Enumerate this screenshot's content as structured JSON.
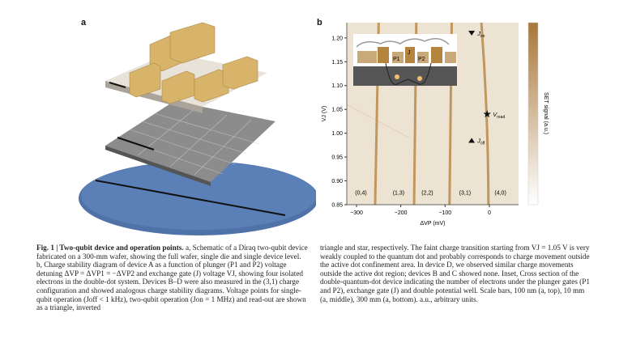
{
  "panel_a": {
    "label": "a"
  },
  "panel_b": {
    "label": "b"
  },
  "chart_data": {
    "type": "heatmap",
    "title": "",
    "xlabel": "ΔVP (mV)",
    "ylabel": "VJ (V)",
    "colorbar_label": "SET signal (a.u.)",
    "xlim": [
      -322,
      66
    ],
    "ylim": [
      0.85,
      1.232
    ],
    "xticks": [
      -300,
      -200,
      -100,
      0
    ],
    "xtick_labels": [
      "−300",
      "−200",
      "−100",
      "0"
    ],
    "yticks": [
      0.85,
      0.9,
      0.95,
      1.0,
      1.05,
      1.1,
      1.15,
      1.2
    ],
    "ytick_labels": [
      "0.85",
      "0.90",
      "0.95",
      "1.00",
      "1.05",
      "1.10",
      "1.15",
      "1.20"
    ],
    "transitions": [
      {
        "x_bottom": -258,
        "x_top": -250
      },
      {
        "x_bottom": -170,
        "x_top": -165
      },
      {
        "x_bottom": -90,
        "x_top": -85
      },
      {
        "x_bottom": -2,
        "x_top": -18
      }
    ],
    "regions": [
      {
        "label": "(0,4)",
        "x": -290,
        "y": 0.875
      },
      {
        "label": "(1,3)",
        "x": -205,
        "y": 0.875
      },
      {
        "label": "(2,2)",
        "x": -140,
        "y": 0.875
      },
      {
        "label": "(3,1)",
        "x": -55,
        "y": 0.875
      },
      {
        "label": "(4,0)",
        "x": 25,
        "y": 0.875
      }
    ],
    "markers": [
      {
        "name": "J_on",
        "main": "J",
        "sub": "on",
        "symbol": "triangle-down",
        "x": -40,
        "y": 1.21
      },
      {
        "name": "V_read",
        "main": "V",
        "sub": "read",
        "symbol": "star",
        "x": -5,
        "y": 1.04
      },
      {
        "name": "J_off",
        "main": "J",
        "sub": "off",
        "symbol": "triangle-up",
        "x": -40,
        "y": 0.985
      }
    ],
    "inset_labels": [
      "P1",
      "J",
      "P2"
    ],
    "colors": {
      "background": "#ede3d2",
      "line": "#b8894a",
      "bar_top": "#a8773a",
      "bar_bottom": "#ffffff"
    }
  },
  "caption": {
    "lead": "Fig. 1 | Two-qubit device and operation points.",
    "left": " a, Schematic of a Diraq two-qubit device fabricated on a 300-mm wafer, showing the full wafer, single die and single device level. b, Charge stability diagram of device A as a function of plunger (P1 and P2) voltage detuning ΔVP = ΔVP1 = −ΔVP2 and exchange gate (J) voltage VJ, showing four isolated electrons in the double-dot system. Devices B–D were also measured in the (3,1) charge configuration and showed analogous charge stability diagrams. Voltage points for single-qubit operation (Joff < 1 kHz), two-qubit operation (Jon = 1 MHz) and read-out are shown as a triangle, inverted",
    "right": "triangle and star, respectively. The faint charge transition starting from VJ = 1.05 V is very weakly coupled to the quantum dot and probably corresponds to charge movement outside the active dot confinement area. In device D, we observed similar charge movements outside the active dot region; devices B and C showed none. Inset, Cross section of the double-quantum-dot device indicating the number of electrons under the plunger gates (P1 and P2), exchange gate (J) and double potential well. Scale bars, 100 nm (a, top), 10 mm (a, middle), 300 mm (a, bottom). a.u., arbitrary units."
  }
}
